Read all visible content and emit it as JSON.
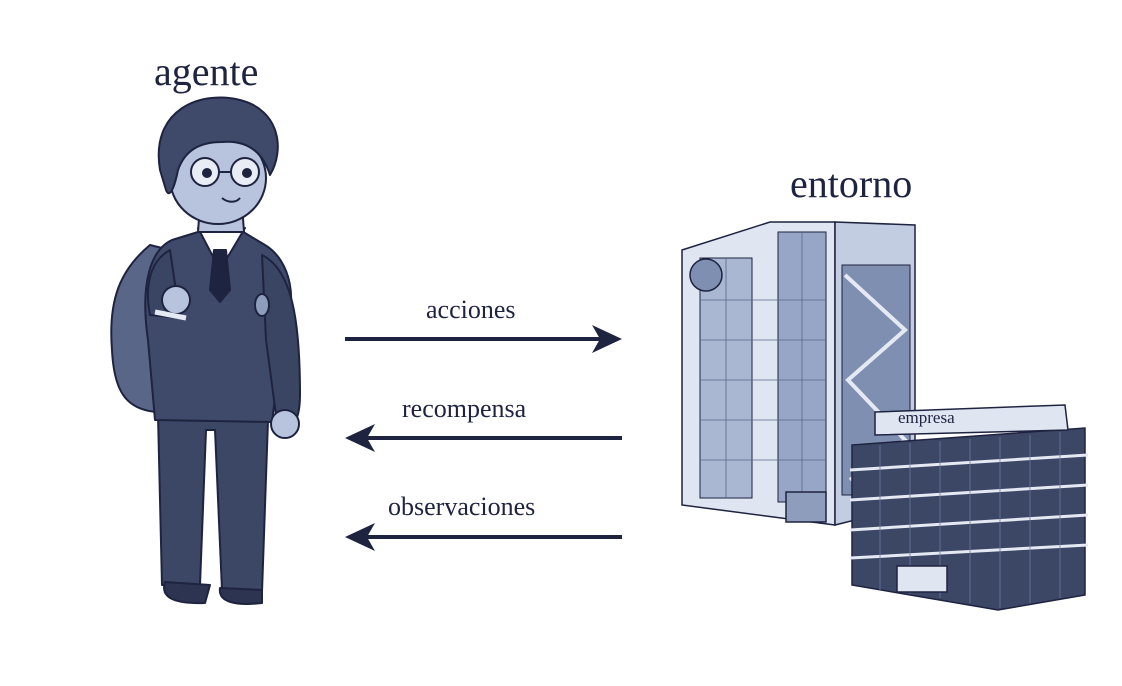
{
  "agent": {
    "title": "agente"
  },
  "environment": {
    "title": "entorno",
    "building_sign": "empresa"
  },
  "arrows": [
    {
      "label": "acciones",
      "direction": "to-environment"
    },
    {
      "label": "recompensa",
      "direction": "to-agent"
    },
    {
      "label": "observaciones",
      "direction": "to-agent"
    }
  ],
  "colors": {
    "ink": "#1e2340",
    "figure": "#3c4766",
    "figure_light": "#8f9dbd",
    "glass": "#a9b7d3",
    "skin": "#b8c3de"
  }
}
